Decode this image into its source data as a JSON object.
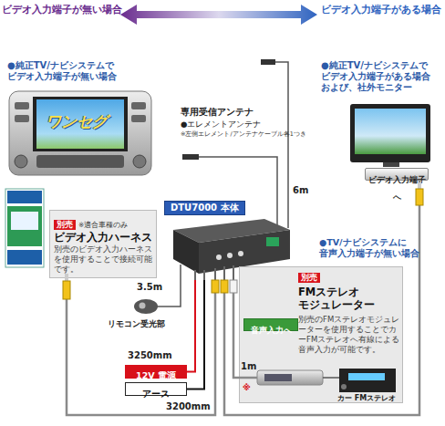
{
  "diagram": {
    "nodes": [
      {
        "text": [
          "ビデオ入力端子へ"
        ]
      },
      {
        "text": [
          "DTU7000 本体"
        ]
      },
      {
        "text": [
          "別売",
          "※適合車種のみ",
          "ビデオ入力ハーネス",
          "別売のビデオ入力ハーネスを使用することで接続可能です。"
        ]
      },
      {
        "text": [
          "別売",
          "FMステレオ モジュレーター",
          "別売のFMステレオモジュレーターを使用することでカーFMステレオへ有線による音声入力が可能です。"
        ]
      },
      {
        "text": [
          "音声入力へ"
        ],
        "in": 3
      },
      {
        "text": [
          "12V 電源"
        ]
      },
      {
        "text": [
          "アース"
        ]
      }
    ],
    "edges": [
      {
        "from": 1,
        "to": 5,
        "arrow": "none"
      },
      {
        "from": 1,
        "to": 6,
        "arrow": "none"
      },
      {
        "from": 1,
        "to": 2,
        "arrow": "none"
      },
      {
        "from": 1,
        "to": 0,
        "arrow": "none"
      },
      {
        "from": 1,
        "to": 3,
        "arrow": "none"
      }
    ],
    "labels": [
      "ビデオ入力端子が無い場合",
      "ビデオ入力端子がある場合",
      "●純正TV/ナビシステムで ビデオ入力端子が無い場合",
      "ワンセグ",
      "専用受信アンテナ",
      "●エレメントアンテナ",
      "※左側エレメント/アンテナケーブル各1つき",
      "6m",
      "●純正TV/ナビシステムで ビデオ入力端子がある場合 および、社外モニター",
      "●TV/ナビシステムに 音声入力端子が無い場合",
      "3.5m",
      "リモコン受光部",
      "1m",
      "※",
      "3250mm",
      "3200mm",
      "カー FMステレオ"
    ]
  }
}
